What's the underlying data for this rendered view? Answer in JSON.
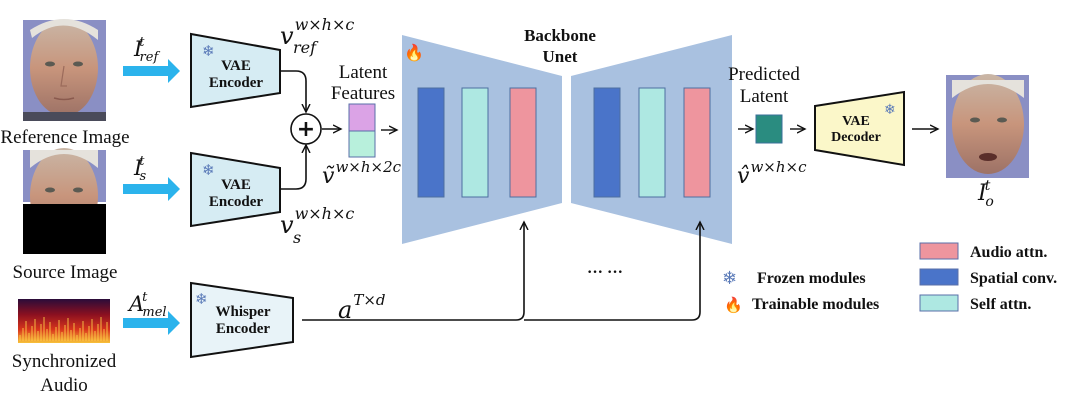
{
  "diagram": {
    "title": "Backbone Unet",
    "title_lines": [
      "Backbone",
      "Unet"
    ],
    "inputs": {
      "reference_image": {
        "label": "Reference Image",
        "symbol": "I",
        "sup": "t",
        "sub": "ref"
      },
      "source_image": {
        "label": "Source Image",
        "symbol": "I",
        "sup": "t",
        "sub": "s"
      },
      "audio": {
        "label_lines": [
          "Synchronized",
          "Audio"
        ],
        "symbol": "A",
        "sup": "t",
        "sub": "mel"
      }
    },
    "encoders": {
      "vae_ref": {
        "lines": [
          "VAE",
          "Encoder"
        ],
        "state": "frozen"
      },
      "vae_src": {
        "lines": [
          "VAE",
          "Encoder"
        ],
        "state": "frozen"
      },
      "whisper": {
        "lines": [
          "Whisper",
          "Encoder"
        ],
        "state": "frozen"
      }
    },
    "features": {
      "v_ref": {
        "symbol": "v",
        "sup": "w×h×c",
        "sub": "ref"
      },
      "v_s": {
        "symbol": "v",
        "sup": "w×h×c",
        "sub": "s"
      },
      "plus_symbol": "+",
      "latent_label_lines": [
        "Latent",
        "Features"
      ],
      "v_tilde": {
        "symbol": "ṽ",
        "sup": "w×h×2c"
      },
      "audio_feat": {
        "symbol": "a",
        "sup": "T×d"
      },
      "ellipsis": "··· ···"
    },
    "unet": {
      "state": "trainable",
      "left_blocks": [
        "Spatial conv.",
        "Self attn.",
        "Audio attn."
      ],
      "right_blocks": [
        "Spatial conv.",
        "Self attn.",
        "Audio attn."
      ]
    },
    "output": {
      "predicted_label_lines": [
        "Predicted",
        "Latent"
      ],
      "v_hat": {
        "symbol": "v̂",
        "sup": "w×h×c"
      },
      "decoder_lines": [
        "VAE",
        "Decoder"
      ],
      "decoder_state": "frozen",
      "output_image": {
        "symbol": "I",
        "sup": "t",
        "sub": "o"
      }
    },
    "legend": {
      "states": [
        {
          "icon": "snowflake",
          "label": "Frozen modules"
        },
        {
          "icon": "fire",
          "label": "Trainable modules"
        }
      ],
      "blocks": [
        {
          "label": "Audio attn.",
          "color": "#ee959e"
        },
        {
          "label": "Spatial conv.",
          "color": "#4a74c9"
        },
        {
          "label": "Self attn.",
          "color": "#aee8e2"
        }
      ]
    },
    "colors": {
      "unet_bg": "#a9c1e0",
      "spatial_conv": "#4a74c9",
      "self_attn": "#aee8e2",
      "audio_attn": "#ee959e",
      "encoder_fill": "#d6ecf3",
      "whisper_fill": "#e8f3f8",
      "decoder_fill": "#fbf7c9",
      "input_arrow": "#2bb3ec",
      "latent_top": "#dba3e6",
      "latent_bottom": "#b8f0dc",
      "predicted_latent": "#2a8c80"
    }
  }
}
